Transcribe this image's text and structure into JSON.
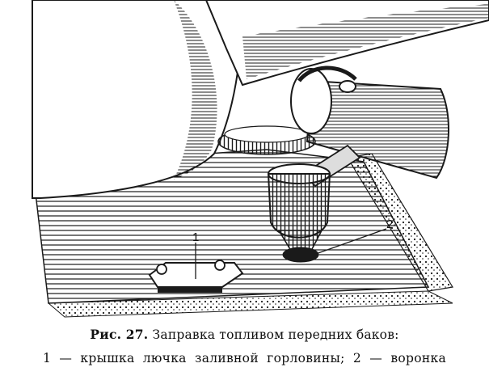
{
  "figure": {
    "callouts": [
      {
        "id": "1",
        "label": "1"
      },
      {
        "id": "2",
        "label": "2"
      }
    ],
    "palette": {
      "ink": "#1a1a1a",
      "paper": "#ffffff",
      "shade": "#5a5a5a"
    }
  },
  "caption": {
    "fig_ref": "Рис. 27.",
    "title": "Заправка топливом передних баков:",
    "legend": "1 — крышка лючка заливной горловины; 2 — воронка"
  }
}
